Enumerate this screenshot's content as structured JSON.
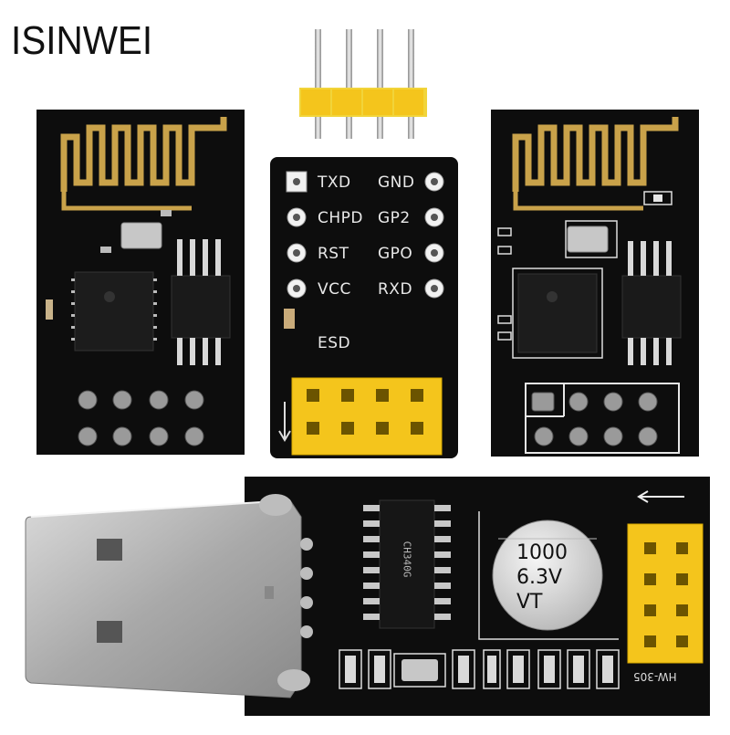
{
  "brand": "ISINWEI",
  "adapter": {
    "pins_left": [
      "TXD",
      "CHPD",
      "RST",
      "VCC"
    ],
    "pins_right": [
      "GND",
      "GP2",
      "GPO",
      "RXD"
    ],
    "esd": "ESD"
  },
  "usb_board": {
    "capacitor_line1": "1000",
    "capacitor_line2": "6.3V",
    "capacitor_line3": "VT",
    "chip_text": "CH340G",
    "board_label": "HW-305"
  },
  "colors": {
    "pcb": "#0d0d0d",
    "gold": "#c9a24a",
    "header_yellow": "#f4c51c",
    "silk": "#e8e8e8"
  }
}
